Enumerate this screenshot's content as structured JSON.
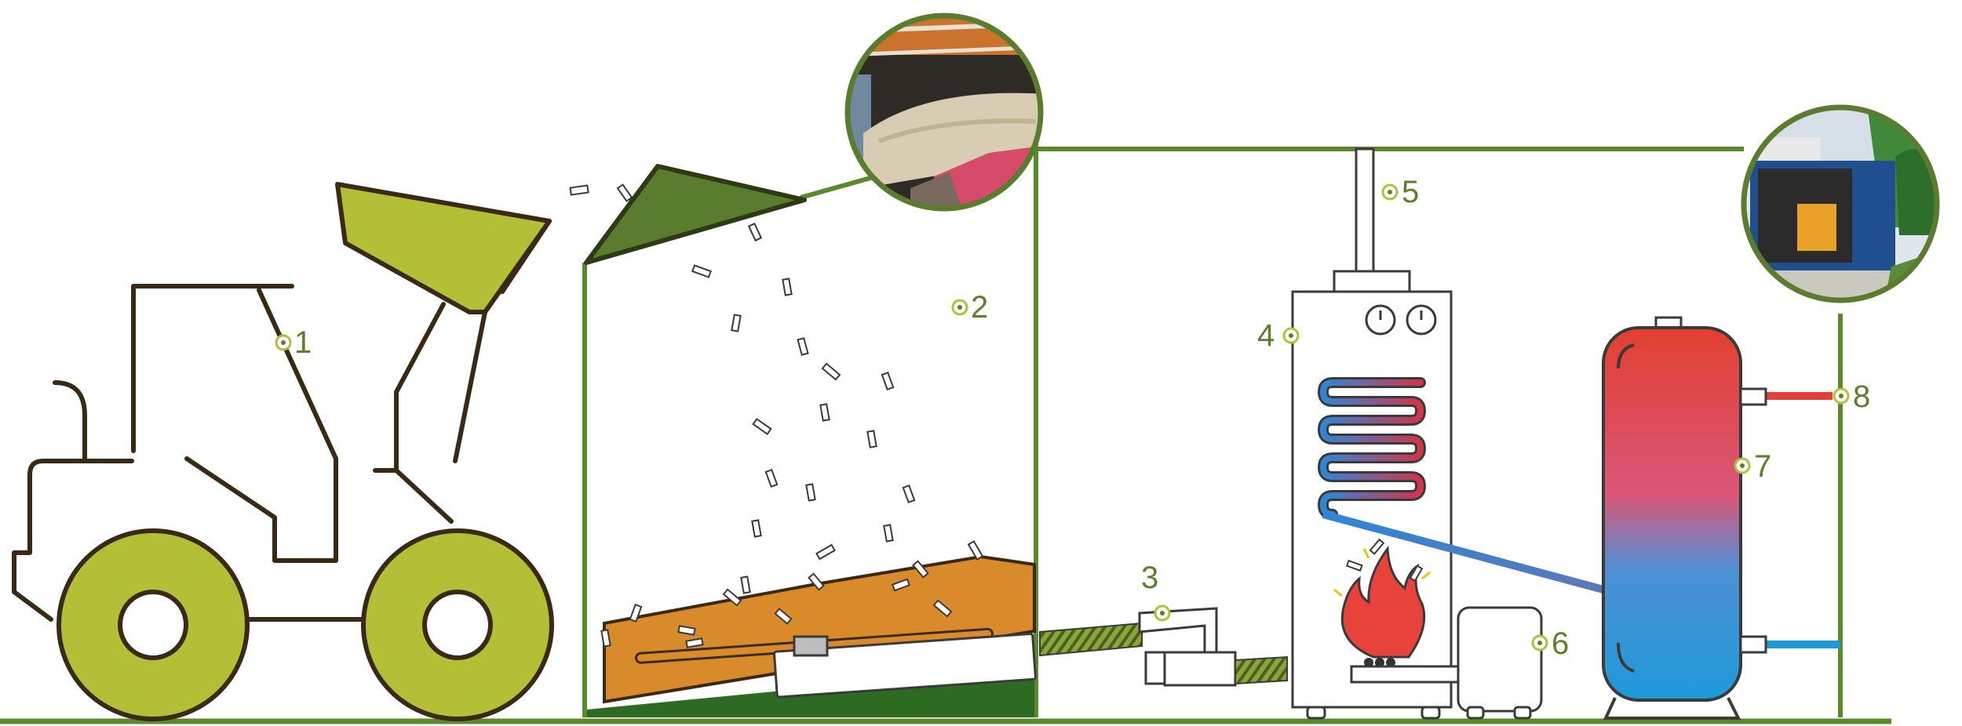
{
  "callouts": [
    {
      "id": "1",
      "text": "1"
    },
    {
      "id": "2",
      "text": "2"
    },
    {
      "id": "3",
      "text": "3"
    },
    {
      "id": "4",
      "text": "4"
    },
    {
      "id": "5",
      "text": "5"
    },
    {
      "id": "6",
      "text": "6"
    },
    {
      "id": "7",
      "text": "7"
    },
    {
      "id": "8",
      "text": "8"
    }
  ],
  "colors": {
    "loader_green": "#b3bf36",
    "frame_green": "#5a8a2c",
    "roof_green": "#5a7c2e",
    "wood_chips": "#d98b2b",
    "outline": "#3a2a14",
    "hot_water": "#e0413a",
    "cold_water": "#2196d6",
    "flame": "#e8433a"
  },
  "icons": {
    "loader": "wheel-loader-icon",
    "flame": "flame-icon",
    "gauge": "gauge-icon",
    "photo_storage": "woodchip-storage-photo",
    "photo_container": "boiler-container-photo"
  }
}
